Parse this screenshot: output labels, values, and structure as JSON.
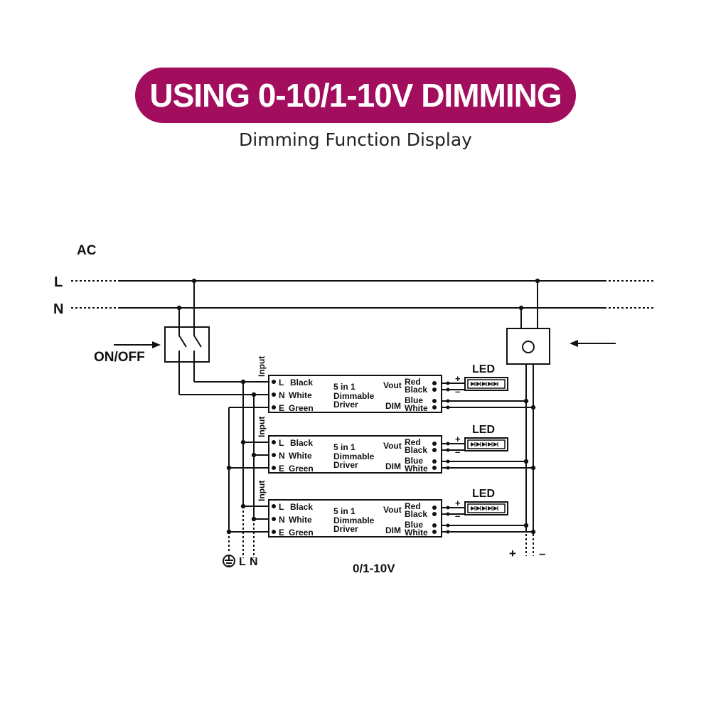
{
  "header": {
    "title": "USING 0-10/1-10V DIMMING",
    "subtitle": "Dimming Function Display",
    "accent_color": "#a30d5e"
  },
  "diagram": {
    "ac_label": "AC",
    "line_L": "L",
    "line_N": "N",
    "switch_label": "ON/OFF",
    "dimmer_icon": "dimmer-knob-icon",
    "arrow_icon": "arrow-left-icon",
    "driver": {
      "input_label": "Input",
      "title_line1": "5 in 1",
      "title_line2": "Dimmable",
      "title_line3": "Driver",
      "in_L": "L",
      "in_L_color": "Black",
      "in_N": "N",
      "in_N_color": "White",
      "in_E": "E",
      "in_E_color": "Green",
      "vout": "Vout",
      "dim": "DIM",
      "out_red": "Red",
      "out_black": "Black",
      "out_blue": "Blue",
      "out_white": "White"
    },
    "led_label": "LED",
    "led_plus": "+",
    "led_minus": "–",
    "bottom_ground_icon": "ground-icon",
    "bottom_L": "L",
    "bottom_N": "N",
    "bottom_voltage": "0/1-10V",
    "dim_plus": "+",
    "dim_minus": "–"
  }
}
